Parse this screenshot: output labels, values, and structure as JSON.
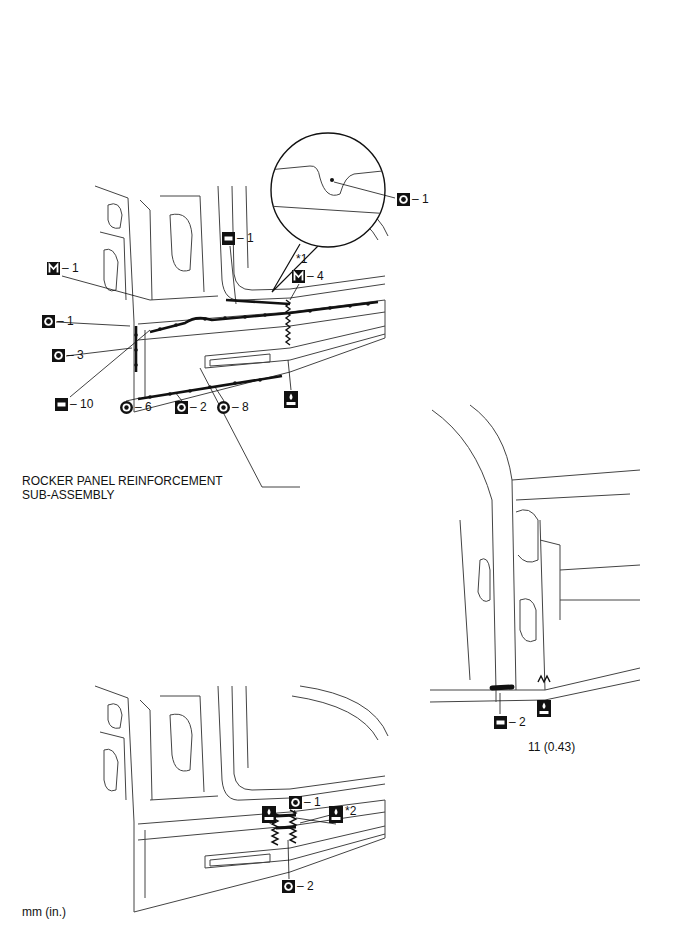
{
  "diagram": {
    "labels": [
      "– 1",
      "– 1",
      "*1",
      "– 4",
      "– 1",
      "– 1",
      "– 3",
      "– 10",
      "– 6",
      "– 2",
      "– 8",
      "ROCKER PANEL REINFORCEMENT SUB-ASSEMBLY",
      "– 2",
      "11 (0.43)",
      "– 1",
      "*2",
      "– 2",
      "mm (in.)"
    ]
  }
}
